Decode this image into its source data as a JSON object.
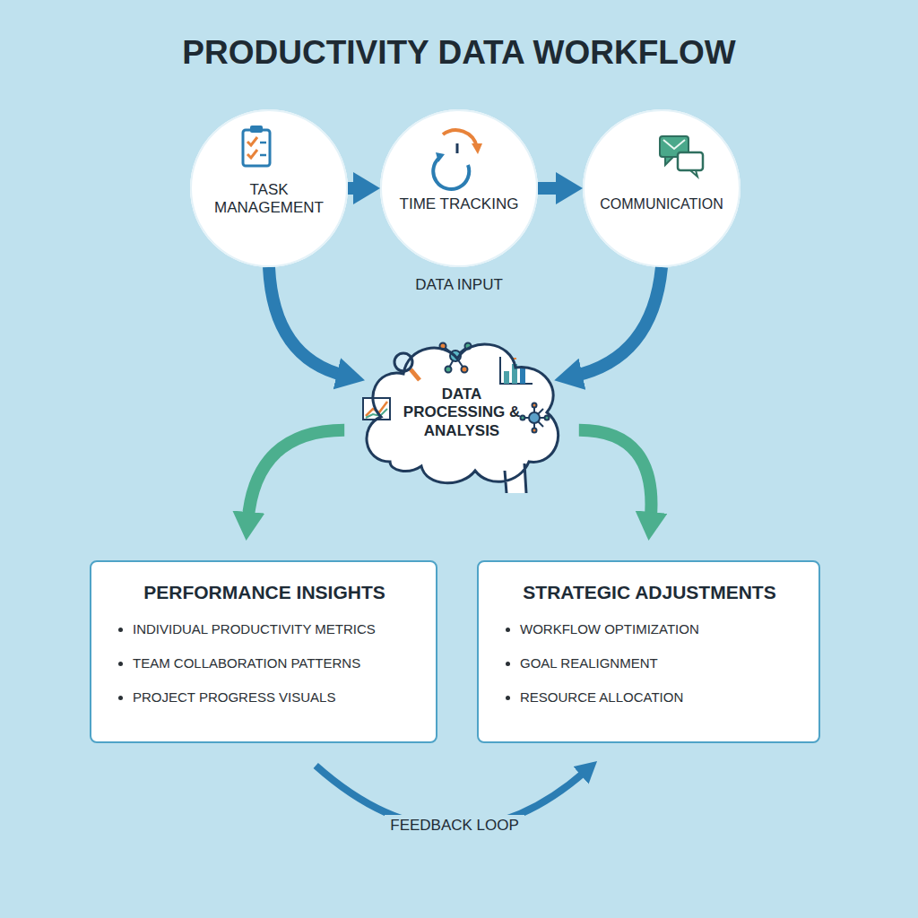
{
  "diagram": {
    "title": "PRODUCTIVITY DATA WORKFLOW",
    "nodes": [
      {
        "text": [
          "TASK MANAGEMENT"
        ]
      },
      {
        "text": [
          "TIME TRACKING"
        ]
      },
      {
        "text": [
          "COMMUNICATION"
        ]
      },
      {
        "text": [
          "DATA PROCESSING & ANALYSIS"
        ]
      },
      {
        "text": [
          "PERFORMANCE INSIGHTS",
          "INDIVIDUAL PRODUCTIVITY METRICS",
          "TEAM COLLABORATION PATTERNS",
          "PROJECT PROGRESS VISUALS"
        ]
      },
      {
        "text": [
          "STRATEGIC ADJUSTMENTS",
          "WORKFLOW OPTIMIZATION",
          "GOAL REALIGNMENT",
          "RESOURCE ALLOCATION"
        ]
      }
    ],
    "edges": [
      {
        "from": 0,
        "to": 1,
        "arrow": "to"
      },
      {
        "from": 1,
        "to": 2,
        "arrow": "to"
      },
      {
        "from": 0,
        "to": 3,
        "arrow": "to"
      },
      {
        "from": 2,
        "to": 3,
        "arrow": "to"
      },
      {
        "from": 3,
        "to": 4,
        "arrow": "to"
      },
      {
        "from": 3,
        "to": 5,
        "arrow": "to"
      },
      {
        "from": 4,
        "to": 5,
        "label": "FEEDBACK LOOP",
        "arrow": "to"
      }
    ],
    "labels": [
      "DATA INPUT"
    ]
  }
}
